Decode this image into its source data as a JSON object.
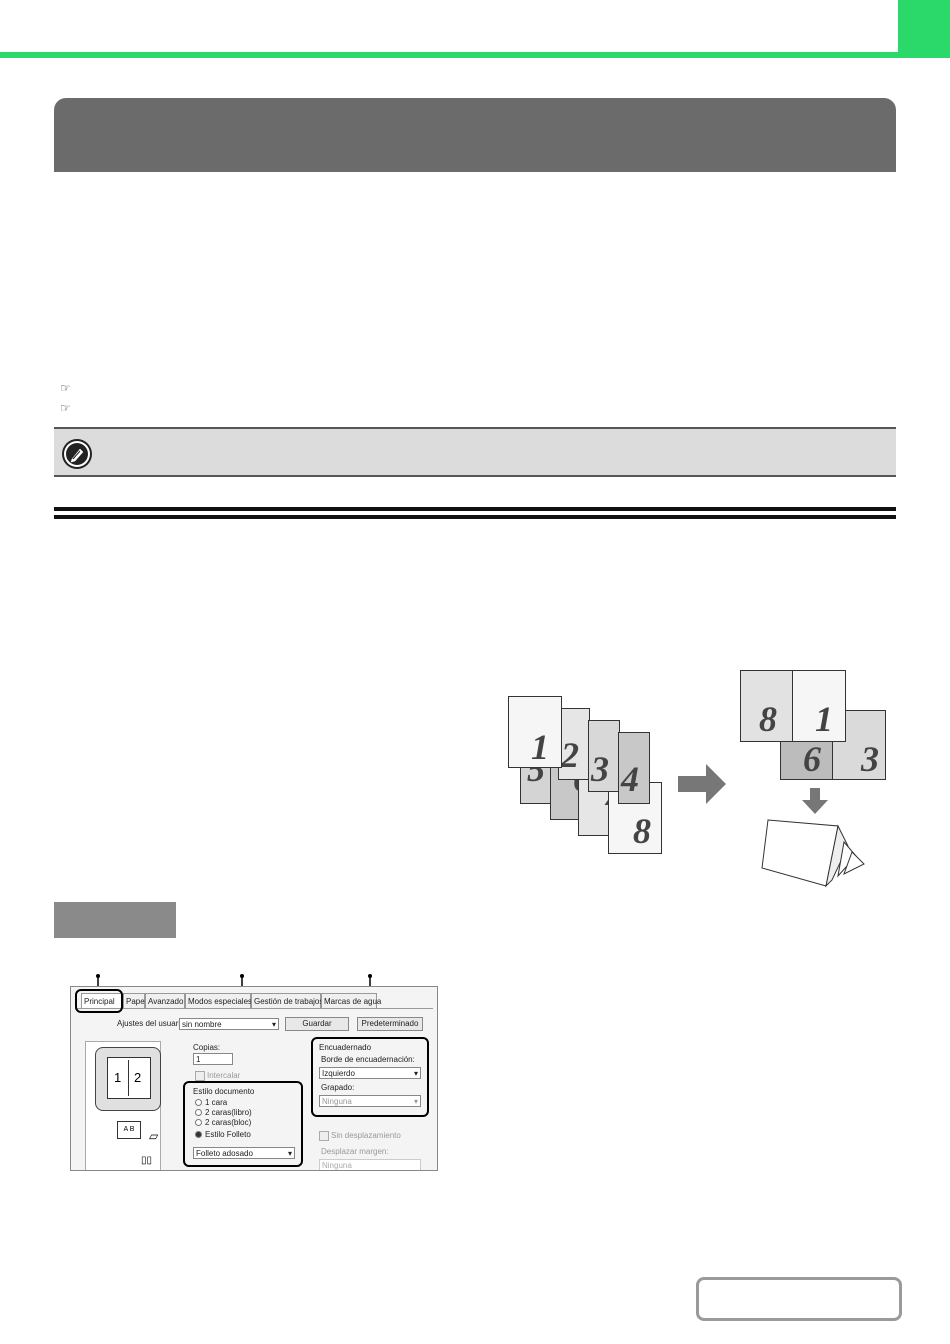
{
  "dialog": {
    "tabs": [
      "Principal",
      "Papel",
      "Avanzado",
      "Modos especiales",
      "Gestión de trabajos",
      "Marcas de agua"
    ],
    "user_settings_label": "Ajustes del usuario:",
    "user_settings_value": "sin nombre",
    "save_button": "Guardar",
    "default_button": "Predeterminado",
    "copies_label": "Copias:",
    "copies_value": "1",
    "collate_label": "Intercalar",
    "document_style_label": "Estilo documento",
    "document_style_options": [
      "1 cara",
      "2 caras(libro)",
      "2 caras(bloc)",
      "Estilo Folleto"
    ],
    "booklet_select_value": "Folleto adosado",
    "binding_label": "Encuadernado",
    "binding_edge_label": "Borde de encuadernación:",
    "binding_edge_value": "Izquierdo",
    "staple_label": "Grapado:",
    "staple_value": "Ninguna",
    "no_offset_label": "Sin desplazamiento",
    "margin_shift_label": "Desplazar margen:",
    "margin_shift_value": "Ninguna",
    "preview_numbers": [
      "1",
      "2"
    ],
    "booklet_icon_text": "A B"
  },
  "diagram": {
    "source_pages": [
      "1",
      "2",
      "3",
      "4",
      "5",
      "6",
      "7",
      "8"
    ],
    "sheet_top": [
      "8",
      "1"
    ],
    "sheet_bottom": [
      "6",
      "3"
    ]
  },
  "colors": {
    "accent_green": "#2bd96b",
    "banner_gray": "#6b6b6b",
    "note_gray": "#dcdcdc"
  },
  "icons": {
    "reference": "pointing-hand-icon",
    "note": "pencil-note-icon"
  }
}
